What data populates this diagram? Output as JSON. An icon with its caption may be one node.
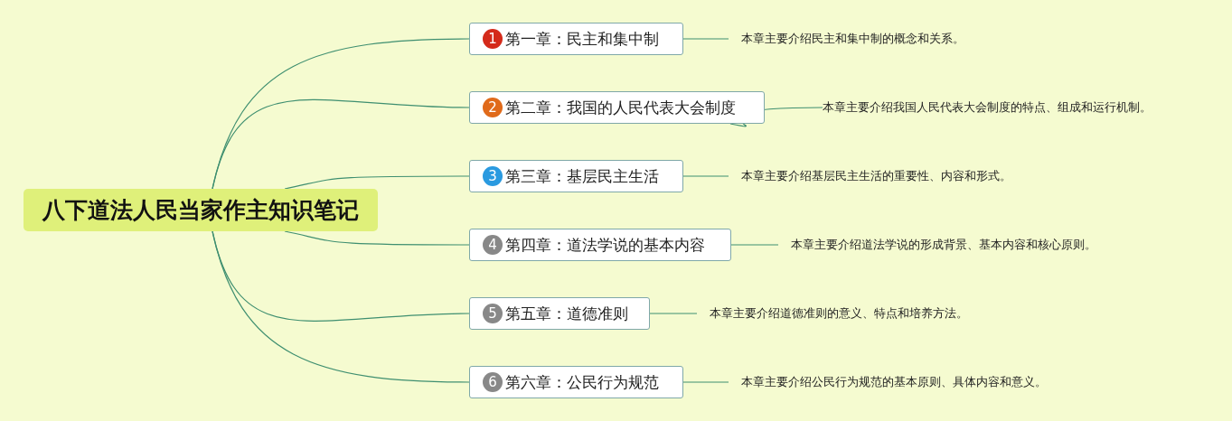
{
  "diagram": {
    "nodes": [
      {
        "text": [
          "八下道法人民当家作主知识笔记"
        ]
      },
      {
        "text": [
          "1",
          "第一章：民主和集中制"
        ]
      },
      {
        "text": [
          "2",
          "第二章：我国的人民代表大会制度"
        ]
      },
      {
        "text": [
          "3",
          "第三章：基层民主生活"
        ]
      },
      {
        "text": [
          "4",
          "第四章：道法学说的基本内容"
        ]
      },
      {
        "text": [
          "5",
          "第五章：道德准则"
        ]
      },
      {
        "text": [
          "6",
          "第六章：公民行为规范"
        ]
      },
      {
        "text": [
          "本章主要介绍民主和集中制的概念和关系。"
        ]
      },
      {
        "text": [
          "本章主要介绍我国人民代表大会制度的特点、组成和运行机制。"
        ]
      },
      {
        "text": [
          "本章主要介绍基层民主生活的重要性、内容和形式。"
        ]
      },
      {
        "text": [
          "本章主要介绍道法学说的形成背景、基本内容和核心原则。"
        ]
      },
      {
        "text": [
          "本章主要介绍道德准则的意义、特点和培养方法。"
        ]
      },
      {
        "text": [
          "本章主要介绍公民行为规范的基本原则、具体内容和意义。"
        ]
      }
    ],
    "edges": [
      {
        "from": 0,
        "to": 1,
        "arrow": "none"
      },
      {
        "from": 0,
        "to": 2,
        "arrow": "none"
      },
      {
        "from": 0,
        "to": 3,
        "arrow": "none"
      },
      {
        "from": 0,
        "to": 4,
        "arrow": "none"
      },
      {
        "from": 0,
        "to": 5,
        "arrow": "none"
      },
      {
        "from": 0,
        "to": 6,
        "arrow": "none"
      },
      {
        "from": 1,
        "to": 7,
        "arrow": "none"
      },
      {
        "from": 2,
        "to": 8,
        "arrow": "none"
      },
      {
        "from": 3,
        "to": 9,
        "arrow": "none"
      },
      {
        "from": 4,
        "to": 10,
        "arrow": "none"
      },
      {
        "from": 5,
        "to": 11,
        "arrow": "none"
      },
      {
        "from": 6,
        "to": 12,
        "arrow": "none"
      }
    ]
  }
}
